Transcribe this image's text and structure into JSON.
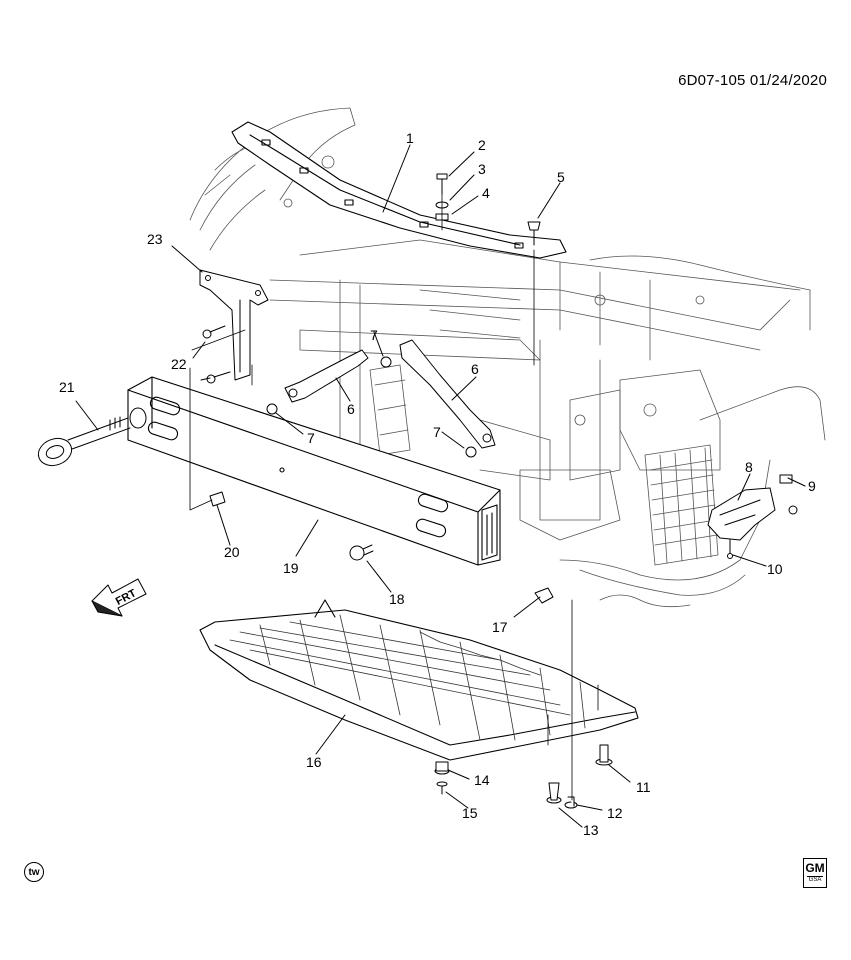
{
  "header": {
    "diagram_code": "6D07-105  01/24/2020"
  },
  "direction_marker": "FRT",
  "logos": {
    "tw": "tw",
    "gm_main": "GM",
    "gm_sub": "GSA"
  },
  "callouts": {
    "c1": "1",
    "c2": "2",
    "c3": "3",
    "c4": "4",
    "c5": "5",
    "c6a": "6",
    "c6b": "6",
    "c7a": "7",
    "c7b": "7",
    "c7c": "7",
    "c8": "8",
    "c9": "9",
    "c10": "10",
    "c11": "11",
    "c12": "12",
    "c13": "13",
    "c14": "14",
    "c15": "15",
    "c16": "16",
    "c17": "17",
    "c18": "18",
    "c19": "19",
    "c20": "20",
    "c21": "21",
    "c22": "22",
    "c23": "23"
  }
}
